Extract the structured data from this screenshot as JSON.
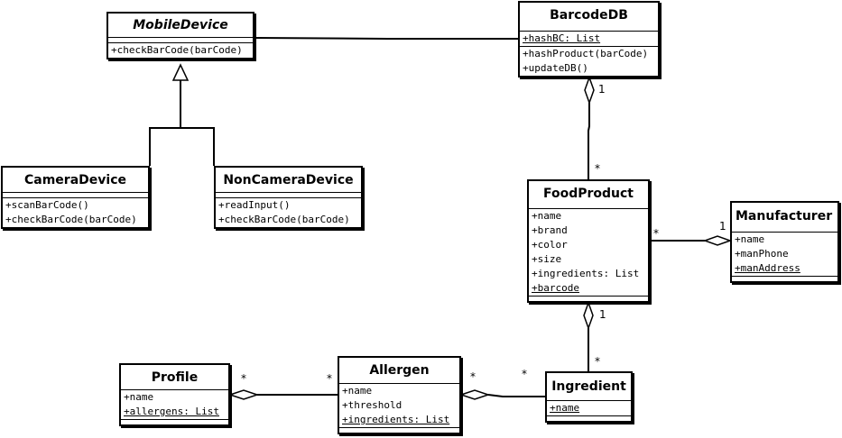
{
  "classes": {
    "mobile_device": {
      "name": "MobileDevice",
      "attributes": [],
      "methods": [
        "+checkBarCode(barCode)"
      ]
    },
    "barcode_db": {
      "name": "BarcodeDB",
      "attributes": [
        "+hashBC: List"
      ],
      "methods": [
        "+hashProduct(barCode)",
        "+updateDB()"
      ]
    },
    "camera_device": {
      "name": "CameraDevice",
      "attributes": [],
      "methods": [
        "+scanBarCode()",
        "+checkBarCode(barCode)"
      ]
    },
    "non_camera_device": {
      "name": "NonCameraDevice",
      "attributes": [],
      "methods": [
        "+readInput()",
        "+checkBarCode(barCode)"
      ]
    },
    "food_product": {
      "name": "FoodProduct",
      "attributes": [
        "+name",
        "+brand",
        "+color",
        "+size",
        "+ingredients: List",
        "+barcode"
      ],
      "methods": []
    },
    "manufacturer": {
      "name": "Manufacturer",
      "attributes": [
        "+name",
        "+manPhone",
        "+manAddress"
      ],
      "methods": []
    },
    "profile": {
      "name": "Profile",
      "attributes": [
        "+name",
        "+allergens: List"
      ],
      "methods": []
    },
    "allergen": {
      "name": "Allergen",
      "attributes": [
        "+name",
        "+threshold",
        "+ingredients: List"
      ],
      "methods": []
    },
    "ingredient": {
      "name": "Ingredient",
      "attributes": [
        "+name"
      ],
      "methods": []
    }
  },
  "multiplicities": {
    "barcodedb_one": "1",
    "foodproduct_many": "*",
    "foodproduct_mfr_many": "*",
    "manufacturer_one": "1",
    "foodproduct_one": "1",
    "ingredient_many_top": "*",
    "profile_many": "*",
    "allergen_many_left": "*",
    "allergen_many_right": "*",
    "ingredient_many_left": "*"
  }
}
